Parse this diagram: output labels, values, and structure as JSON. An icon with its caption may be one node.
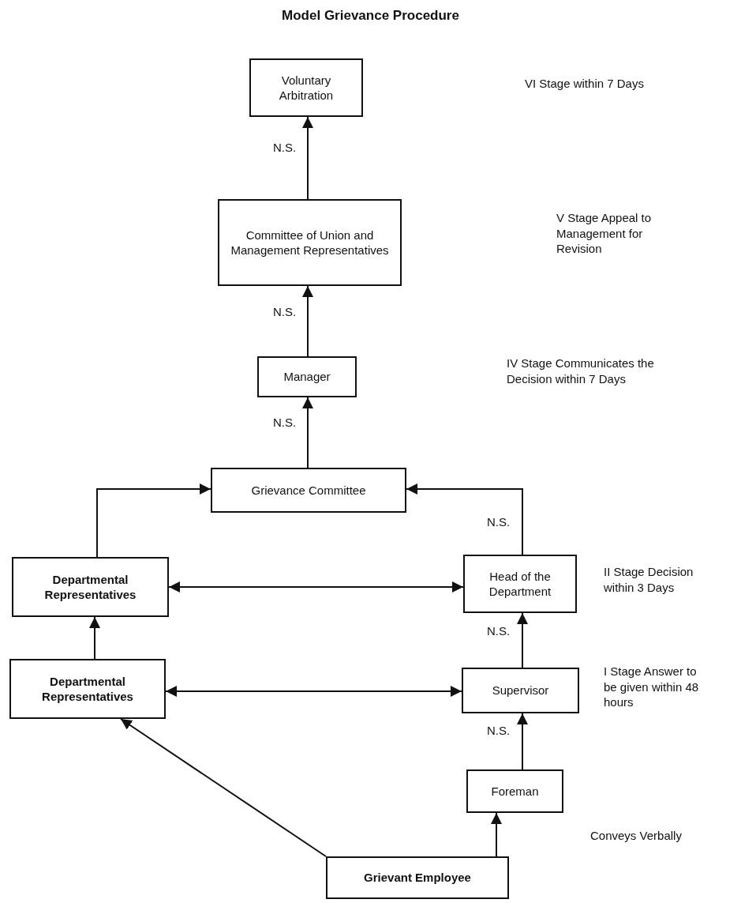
{
  "diagram": {
    "title": "Model Grievance Procedure",
    "nodes": [
      {
        "text": [
          "Voluntary Arbitration"
        ]
      },
      {
        "text": [
          "Committee of Union and Management Representatives"
        ]
      },
      {
        "text": [
          "Manager"
        ]
      },
      {
        "text": [
          "Grievance Committee"
        ]
      },
      {
        "text": [
          "Departmental Representatives"
        ]
      },
      {
        "text": [
          "Head of the Department"
        ]
      },
      {
        "text": [
          "Departmental Representatives"
        ]
      },
      {
        "text": [
          "Supervisor"
        ]
      },
      {
        "text": [
          "Foreman"
        ]
      },
      {
        "text": [
          "Grievant Employee"
        ]
      }
    ],
    "edges": [
      {
        "from": 1,
        "to": 0,
        "arrow": "to",
        "label": "N.S."
      },
      {
        "from": 2,
        "to": 1,
        "arrow": "to",
        "label": "N.S."
      },
      {
        "from": 3,
        "to": 2,
        "arrow": "to",
        "label": "N.S."
      },
      {
        "from": 4,
        "to": 3,
        "arrow": "to"
      },
      {
        "from": 5,
        "to": 3,
        "arrow": "to",
        "label": "N.S."
      },
      {
        "from": 4,
        "to": 5,
        "arrow": "both"
      },
      {
        "from": 6,
        "to": 4,
        "arrow": "to"
      },
      {
        "from": 7,
        "to": 5,
        "arrow": "to",
        "label": "N.S."
      },
      {
        "from": 6,
        "to": 7,
        "arrow": "both"
      },
      {
        "from": 8,
        "to": 7,
        "arrow": "to",
        "label": "N.S."
      },
      {
        "from": 9,
        "to": 6,
        "arrow": "to"
      },
      {
        "from": 9,
        "to": 8,
        "arrow": "to"
      }
    ],
    "labels": [
      "VI Stage within 7 Days",
      "V Stage Appeal to Management for Revision",
      "IV Stage Communicates the Decision within 7 Days",
      "II Stage Decision within 3 Days",
      "I Stage Answer to be given within 48 hours",
      "Conveys Verbally"
    ]
  }
}
